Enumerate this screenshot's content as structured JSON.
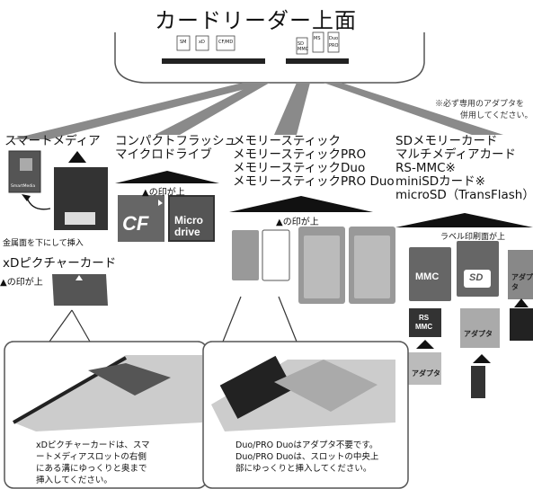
{
  "title": "カードリーダー上面",
  "slots": {
    "sm": "SM",
    "xd": "xD",
    "cf": "CF/MD",
    "sd1": "SD",
    "sd2": "MMC",
    "ms": "MS",
    "duo": "Duo",
    "mspro": "PRO"
  },
  "note": {
    "line1": "※必ず専用のアダプタを",
    "line2": "併用してください。"
  },
  "smartmedia": {
    "title": "スマートメディア",
    "sub": "金属面を下にして挿入",
    "logo": "SmartMedia"
  },
  "compact": {
    "line1": "コンパクトフラッシュ",
    "line2": "マイクロドライブ",
    "sub": "▲の印が上",
    "cf": "CF",
    "md1": "Micro",
    "md2": "drive"
  },
  "memorystick": {
    "line1": "メモリースティック",
    "line2": "メモリースティックPRO",
    "line3": "メモリースティックDuo",
    "line4": "メモリースティックPRO Duo",
    "sub": "▲の印が上"
  },
  "sd": {
    "line1": "SDメモリーカード",
    "line2": "マルチメディアカード",
    "line3": "RS-MMC※",
    "line4": "miniSDカード※",
    "line5": "microSD（TransFlash）",
    "sub": "ラベル印刷面が上",
    "mmc": "MMC",
    "sdlogo": "SD",
    "rsmmc1": "RS",
    "rsmmc2": "MMC",
    "adapter": "アダプタ"
  },
  "xd": {
    "title": "xDピクチャーカード",
    "sub": "▲の印が上"
  },
  "caption_left": {
    "line1": "xDピクチャーカードは、スマ",
    "line2": "ートメディアスロットの右側",
    "line3": "にある溝にゆっくりと奥まで",
    "line4": "挿入してください。"
  },
  "caption_mid": {
    "line1": "Duo/PRO Duoはアダプタ不要です。",
    "line2": "Duo/PRO Duoは、スロットの中央上",
    "line3": "部にゆっくりと挿入してください。"
  }
}
